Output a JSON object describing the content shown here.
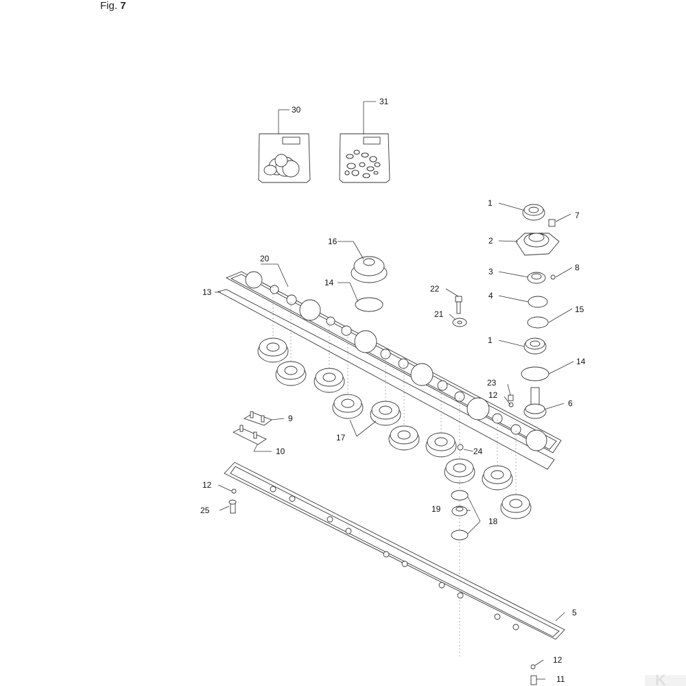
{
  "figure": {
    "prefix": "Fig.",
    "number": "7"
  },
  "logo": {
    "text": "K",
    "color": "#e0e0e0"
  },
  "colors": {
    "line": "#333333",
    "shade": "#cfcfcf"
  },
  "callouts": [
    "1",
    "7",
    "2",
    "16",
    "3",
    "8",
    "20",
    "4",
    "14",
    "22",
    "15",
    "13",
    "21",
    "1",
    "14",
    "23",
    "12",
    "6",
    "9",
    "17",
    "10",
    "24",
    "12",
    "19",
    "18",
    "25",
    "5",
    "12",
    "11",
    "30",
    "31"
  ]
}
